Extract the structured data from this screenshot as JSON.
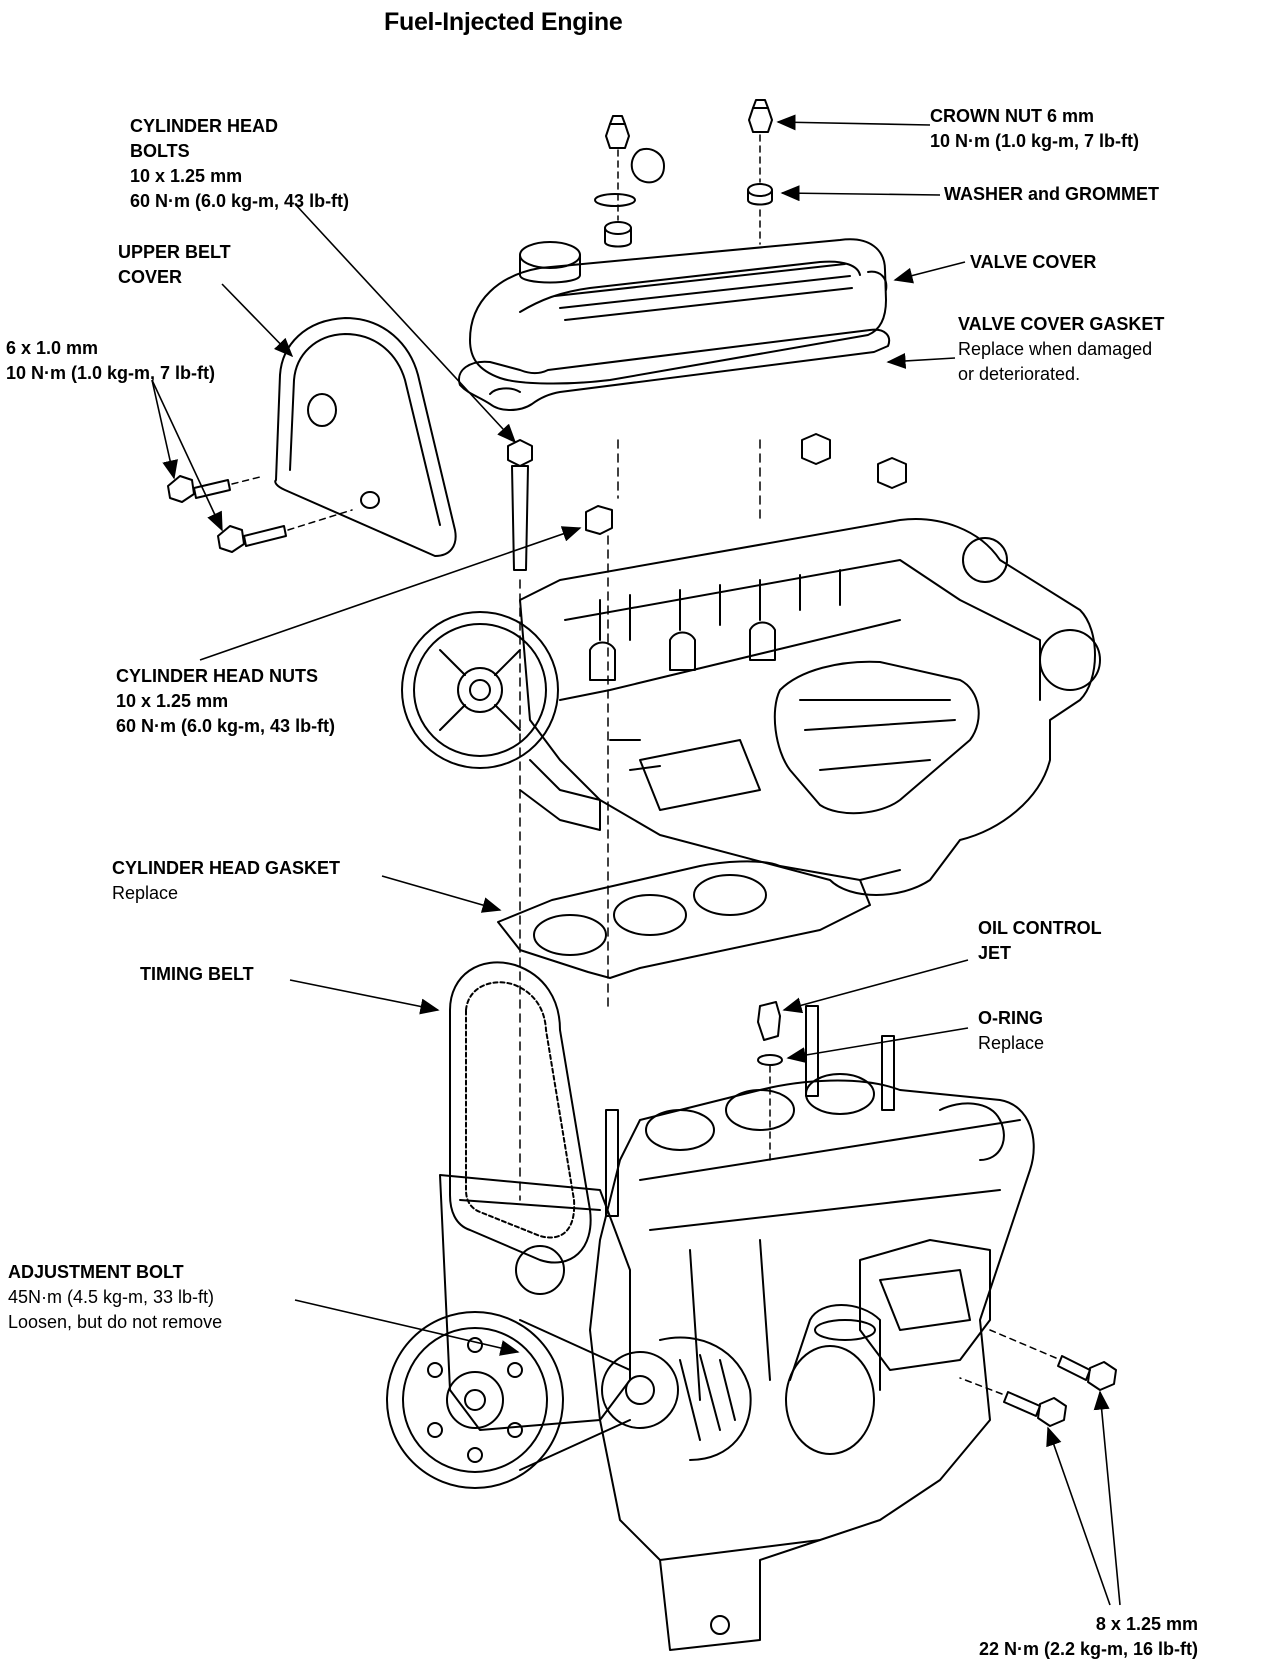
{
  "title": "Fuel-Injected Engine",
  "callouts": [
    {
      "id": "crown-nut",
      "lines": [
        "CROWN NUT 6 mm",
        "10 N·m (1.0 kg-m, 7 lb-ft)"
      ]
    },
    {
      "id": "washer-grommet",
      "lines": [
        "WASHER and GROMMET"
      ]
    },
    {
      "id": "valve-cover",
      "lines": [
        "VALVE COVER"
      ]
    },
    {
      "id": "valve-cover-gasket",
      "lines": [
        "VALVE COVER GASKET",
        "Replace when damaged",
        "or deteriorated."
      ]
    },
    {
      "id": "cylinder-head-bolts",
      "lines": [
        "CYLINDER HEAD",
        "BOLTS",
        "10 x 1.25 mm",
        "60 N·m (6.0 kg-m, 43 lb-ft)"
      ]
    },
    {
      "id": "upper-belt-cover",
      "lines": [
        "UPPER BELT",
        "COVER"
      ]
    },
    {
      "id": "belt-cover-bolts",
      "lines": [
        "6 x 1.0 mm",
        "10 N·m (1.0 kg-m, 7 lb-ft)"
      ]
    },
    {
      "id": "cylinder-head-nuts",
      "lines": [
        "CYLINDER HEAD NUTS",
        "10 x 1.25 mm",
        "60 N·m (6.0 kg-m, 43 lb-ft)"
      ]
    },
    {
      "id": "cylinder-head-gasket",
      "lines": [
        "CYLINDER HEAD GASKET",
        "Replace"
      ]
    },
    {
      "id": "oil-control-jet",
      "lines": [
        "OIL CONTROL",
        "JET"
      ]
    },
    {
      "id": "timing-belt",
      "lines": [
        "TIMING BELT"
      ]
    },
    {
      "id": "o-ring",
      "lines": [
        "O-RING",
        "Replace"
      ]
    },
    {
      "id": "adjustment-bolt",
      "lines": [
        "ADJUSTMENT BOLT",
        "45N·m (4.5 kg-m, 33 lb-ft)",
        "Loosen, but do not remove"
      ]
    },
    {
      "id": "mount-bolts",
      "lines": [
        "8 x 1.25 mm",
        "22 N·m (2.2 kg-m, 16 lb-ft)"
      ]
    }
  ]
}
